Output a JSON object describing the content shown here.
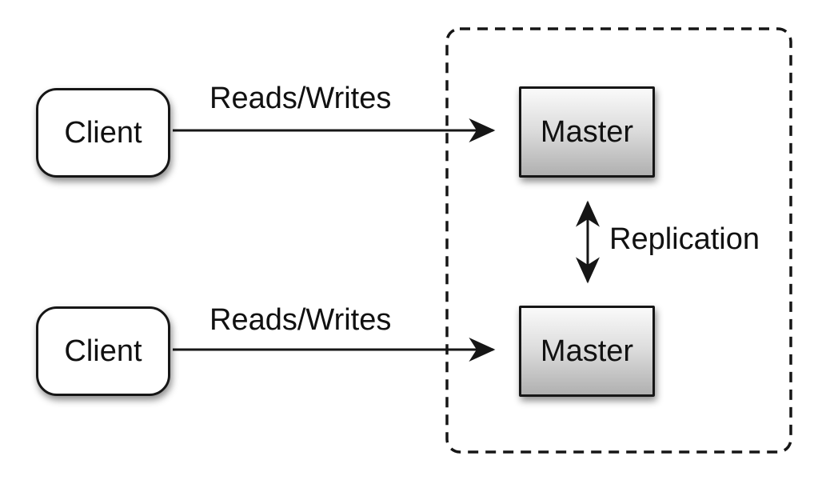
{
  "diagram": {
    "background_color": "#ffffff",
    "stroke_color": "#161616",
    "nodes": {
      "client_top": {
        "label": "Client",
        "shape": "rounded-rect",
        "fill": "#ffffff"
      },
      "client_bottom": {
        "label": "Client",
        "shape": "rounded-rect",
        "fill": "#ffffff"
      },
      "master_top": {
        "label": "Master",
        "shape": "rect",
        "fill_top": "#fafafa",
        "fill_bottom": "#b0b0b0"
      },
      "master_bottom": {
        "label": "Master",
        "shape": "rect",
        "fill_top": "#fafafa",
        "fill_bottom": "#b0b0b0"
      }
    },
    "edges": {
      "reads_writes_top": {
        "label": "Reads/Writes",
        "from": "client_top",
        "to": "master_top",
        "arrow": "single"
      },
      "reads_writes_bottom": {
        "label": "Reads/Writes",
        "from": "client_bottom",
        "to": "master_bottom",
        "arrow": "single"
      },
      "replication": {
        "label": "Replication",
        "from": "master_top",
        "to": "master_bottom",
        "arrow": "double"
      }
    },
    "group": {
      "id": "master-cluster",
      "style": "dashed-rounded-rect",
      "contains": [
        "master_top",
        "master_bottom"
      ]
    }
  }
}
